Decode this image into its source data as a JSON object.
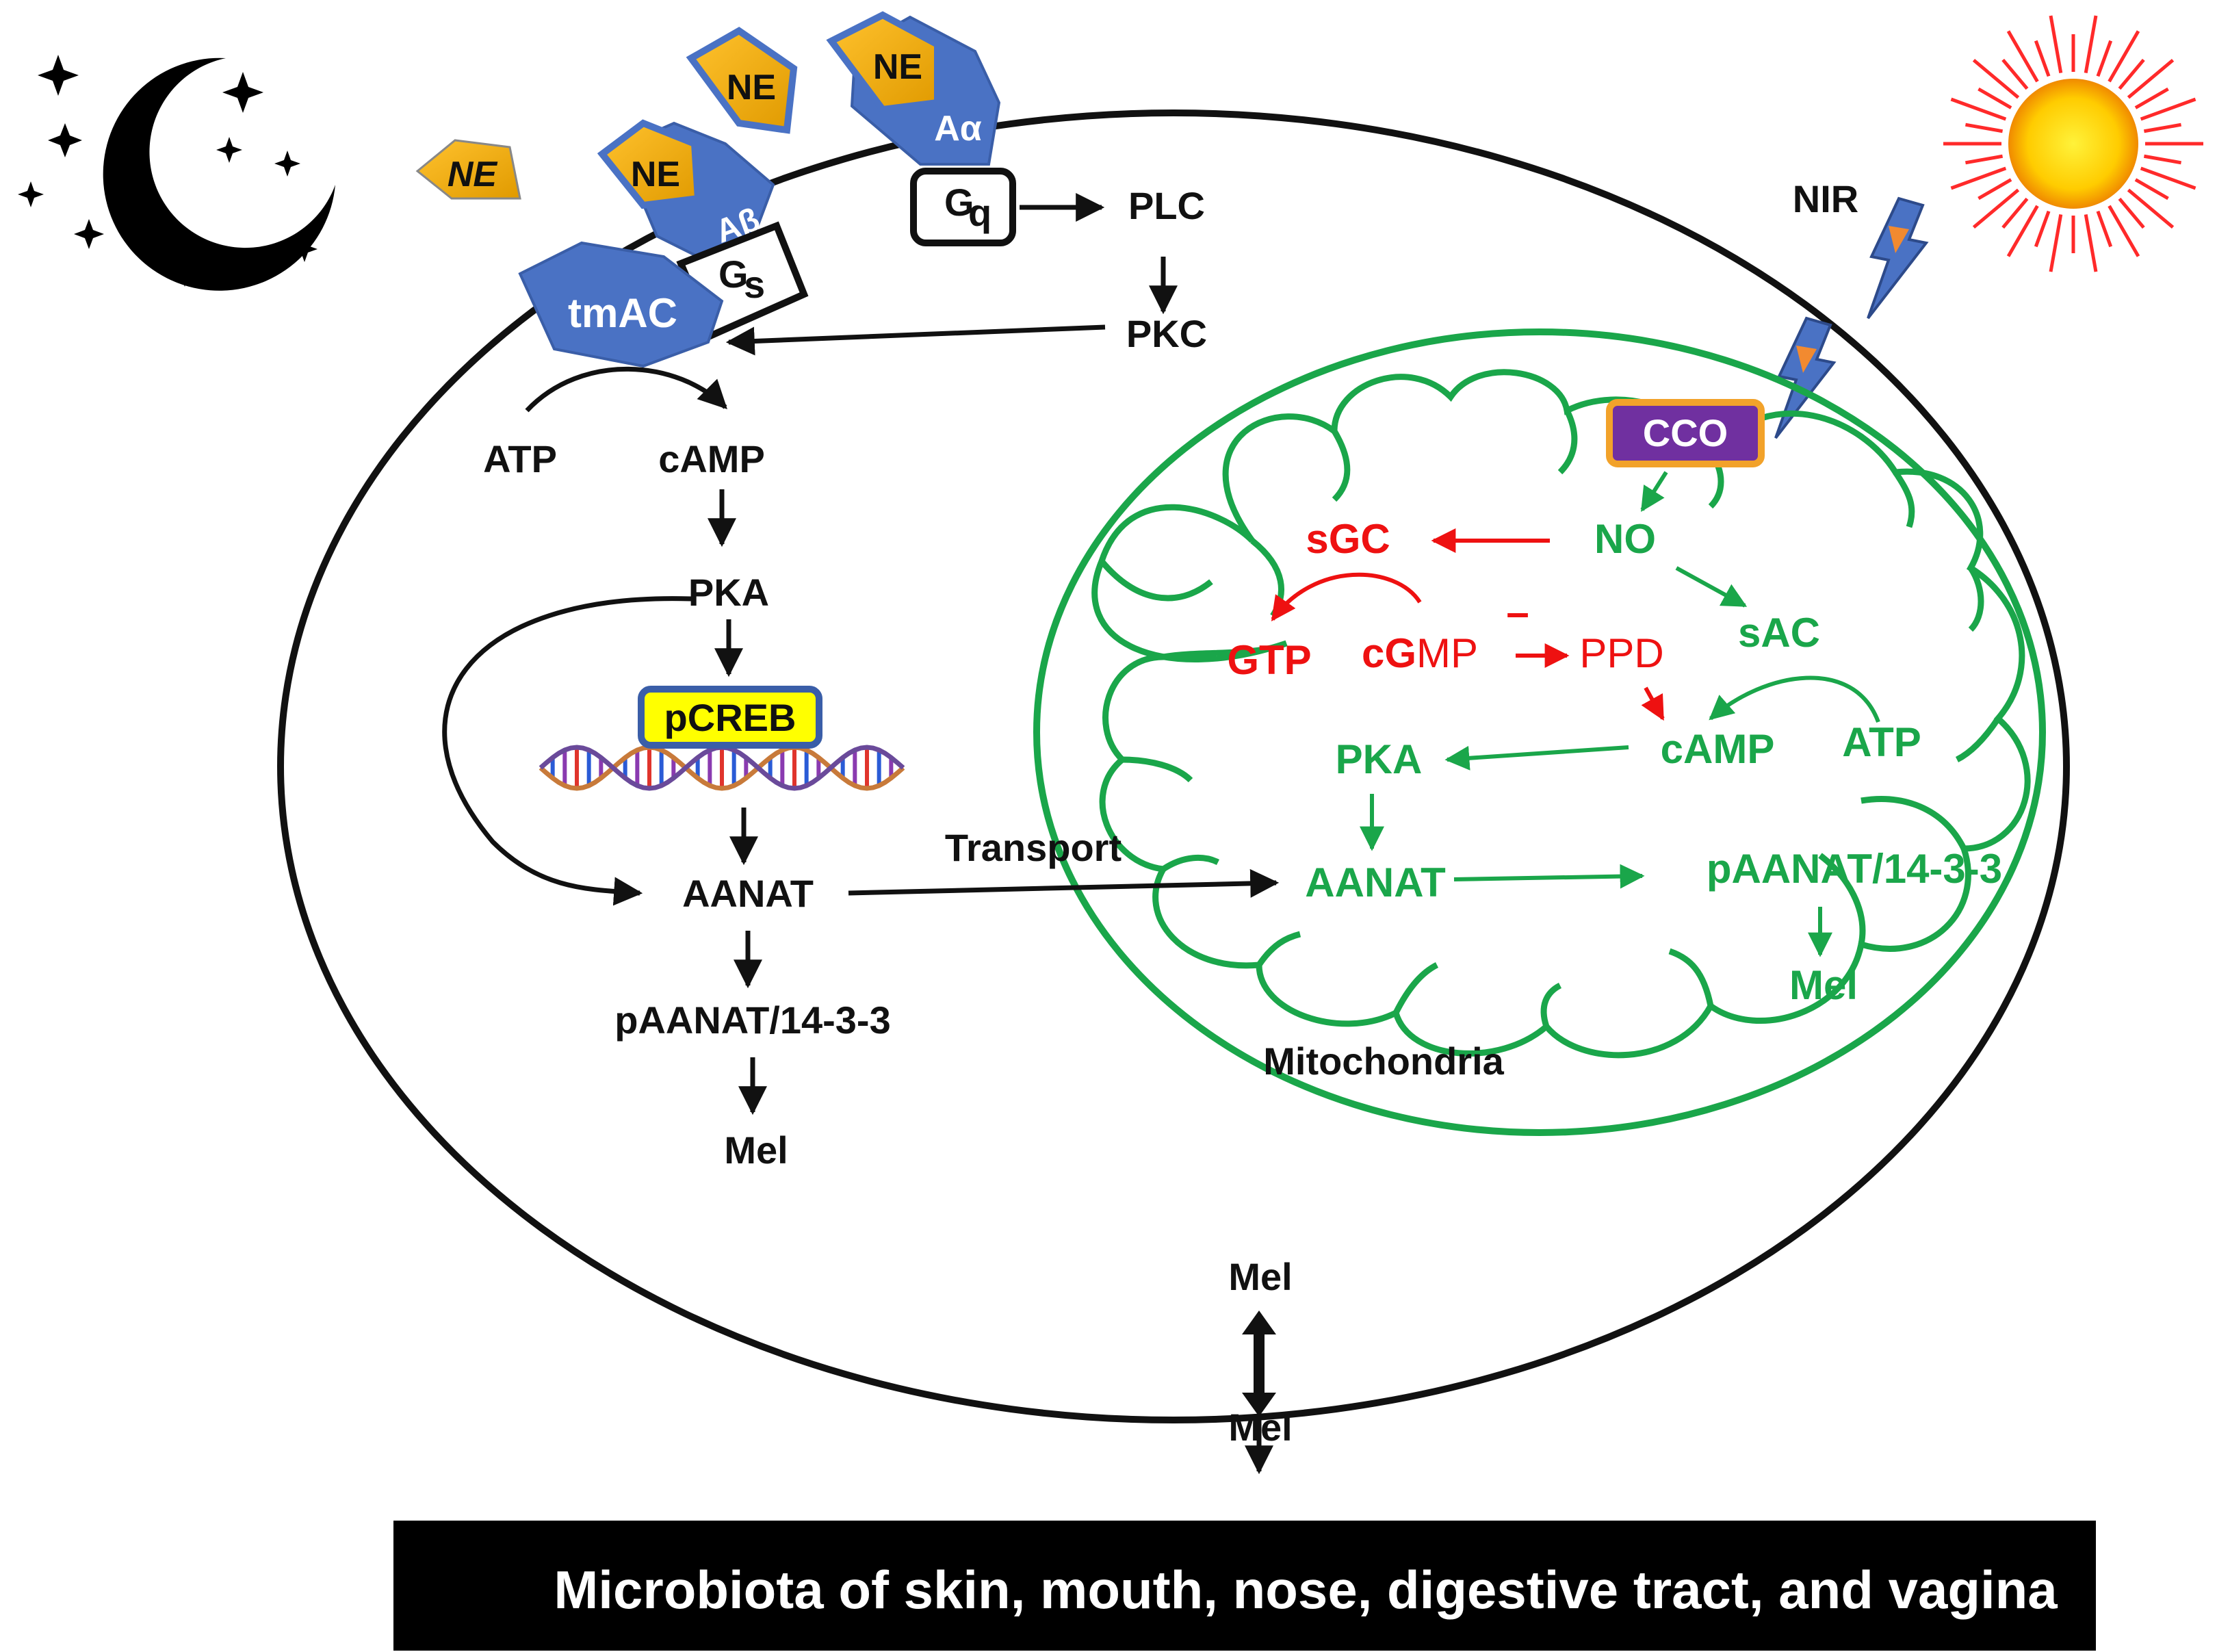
{
  "colors": {
    "black": "#111111",
    "green": "#1aa64a",
    "red": "#ee1111",
    "receptor_blue": "#4a72c4",
    "ne_orange": "#f2ad10",
    "pcreb_yellow": "#ffff00",
    "cco_purple": "#7030a0",
    "cco_border": "#f2a22a"
  },
  "icons": {
    "night": "moon-and-stars-icon",
    "day": "sun-icon",
    "light": "lightning-icon",
    "dna": "dna-helix-icon"
  },
  "receptors": {
    "ne": "NE",
    "a_alpha": "Aα",
    "a_beta": "Aβ",
    "gq": "G",
    "gq_sub": "q",
    "gs": "G",
    "gs_sub": "s",
    "tmac": "tmAC"
  },
  "cytosol": {
    "plc": "PLC",
    "pkc": "PKC",
    "atp": "ATP",
    "camp": "cAMP",
    "pka": "PKA",
    "pcreb": "pCREB",
    "aanat": "AANAT",
    "paanat": "pAANAT/14-3-3",
    "mel": "Mel",
    "transport": "Transport"
  },
  "mitochondria": {
    "label": "Mitochondria",
    "nir": "NIR",
    "cco": "CCO",
    "no": "NO",
    "sgc_s": "s",
    "sgc_gc": "GC",
    "gtp": "GTP",
    "cgmp_c": "c",
    "cgmp_g": "G",
    "cgmp_mp": "MP",
    "minus": "–",
    "ppd": "PPD",
    "sac": "sAC",
    "camp": "cAMP",
    "atp": "ATP",
    "pka": "PKA",
    "aanat": "AANAT",
    "paanat": "pAANAT/14-3-3",
    "mel": "Mel"
  },
  "membrane": {
    "mel_inside": "Mel",
    "mel_outside": "Mel"
  },
  "banner": {
    "text": "Microbiota of skin, mouth, nose, digestive tract, and vagina"
  }
}
